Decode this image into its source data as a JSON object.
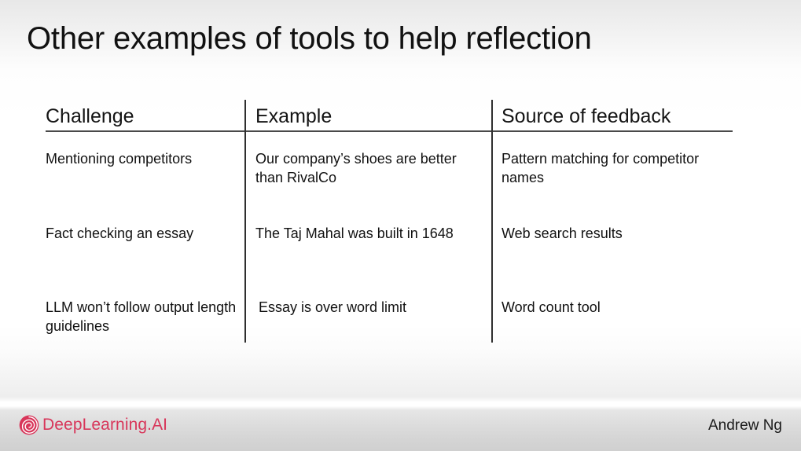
{
  "slide": {
    "title": "Other examples of tools to help reflection",
    "background_top_color": "#e8e8e8",
    "background_mid_color": "#ffffff",
    "background_bottom_color": "#d0d0d0"
  },
  "table": {
    "columns": [
      "Challenge",
      "Example",
      "Source of feedback"
    ],
    "rows": [
      {
        "challenge": "Mentioning competitors",
        "example": "Our company’s shoes are better than RivalCo",
        "source": "Pattern matching for competitor names"
      },
      {
        "challenge": "Fact checking an essay",
        "example": "The Taj Mahal was built in 1648",
        "source": "Web search results"
      },
      {
        "challenge": "LLM won’t follow output length guidelines",
        "example": "Essay is over word limit",
        "source": "Word count tool"
      }
    ]
  },
  "footer": {
    "logo_icon": "deeplearning-spiral-icon",
    "logo_text": "DeepLearning.AI",
    "logo_color": "#d8365a",
    "author": "Andrew Ng"
  }
}
